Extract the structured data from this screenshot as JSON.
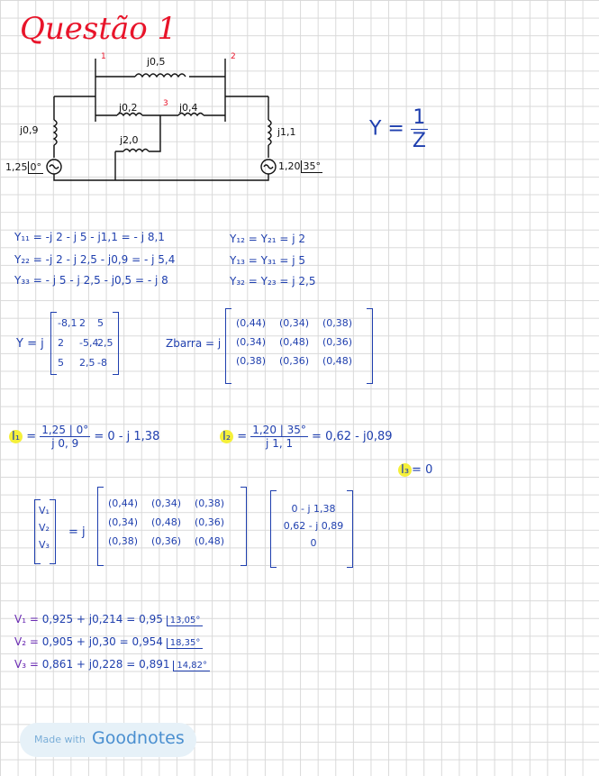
{
  "title": "Questão 1",
  "circuit": {
    "node_labels": [
      "1",
      "2",
      "3"
    ],
    "impedances": [
      "j0,5",
      "j0,2",
      "j0,4",
      "j2,0",
      "j0,9",
      "j1,1"
    ],
    "source_left": {
      "mag": "1,25",
      "ang": "0°"
    },
    "source_right": {
      "mag": "1,20",
      "ang": "35°"
    }
  },
  "y_formula": {
    "lhs": "Y =",
    "num": "1",
    "den": "Z"
  },
  "admittance_lines": {
    "left": [
      "Y₁₁ = -j 2  - j 5  - j1,1 = - j 8,1",
      "Y₂₂ = -j 2  - j 2,5 - j0,9 = - j 5,4",
      "Y₃₃ = - j 5  - j 2,5 - j0,5 = - j 8"
    ],
    "right": [
      "Y₁₂ = Y₂₁ = j 2",
      "Y₁₃ = Y₃₁ = j 5",
      "Y₃₂ = Y₂₃ = j 2,5"
    ]
  },
  "y_matrix": {
    "label": "Y = j",
    "rows": [
      [
        "-8,1",
        "2",
        "5"
      ],
      [
        "2",
        "-5,4",
        "2,5"
      ],
      [
        "5",
        "2,5",
        "-8"
      ]
    ]
  },
  "z_matrix": {
    "label": "Zbarra = j",
    "rows": [
      [
        "(0,44)",
        "(0,34)",
        "(0,38)"
      ],
      [
        "(0,34)",
        "(0,48)",
        "(0,36)"
      ],
      [
        "(0,38)",
        "(0,36)",
        "(0,48)"
      ]
    ]
  },
  "currents": {
    "i1": {
      "name": "I₁",
      "num": "1,25 | 0°",
      "den": "j 0, 9",
      "result": "= 0 - j 1,38"
    },
    "i2": {
      "name": "I₂",
      "num": "1,20 | 35°",
      "den": "j 1, 1",
      "result": "=  0,62 - j0,89"
    },
    "i3": {
      "name": "I₃",
      "value": "= 0"
    }
  },
  "v_system": {
    "v": [
      "V₁",
      "V₂",
      "V₃"
    ],
    "mid": "= j",
    "z_rows": [
      [
        "(0,44)",
        "(0,34)",
        "(0,38)"
      ],
      [
        "(0,34)",
        "(0,48)",
        "(0,36)"
      ],
      [
        "(0,38)",
        "(0,36)",
        "(0,48)"
      ]
    ],
    "i": [
      "0 - j 1,38",
      "0,62 - j 0,89",
      "0"
    ]
  },
  "results": [
    {
      "label": "V₁ =",
      "rect": "0,925 + j0,214",
      "eq": "=",
      "mag": "0,95",
      "ang": "13,05°"
    },
    {
      "label": "V₂ =",
      "rect": "0,905 + j0,30",
      "eq": "=",
      "mag": "0,954",
      "ang": "18,35°"
    },
    {
      "label": "V₃ =",
      "rect": "0,861 + j0,228",
      "eq": "=",
      "mag": "0,891",
      "ang": "14,82°"
    }
  ],
  "footer": {
    "made": "Made with",
    "brand": "Goodnotes"
  },
  "colors": {
    "red": "#e8142a",
    "blue": "#1f3fae",
    "purple": "#6a2bb3",
    "highlight": "#f5f03a",
    "brand": "#4a8fd0"
  }
}
